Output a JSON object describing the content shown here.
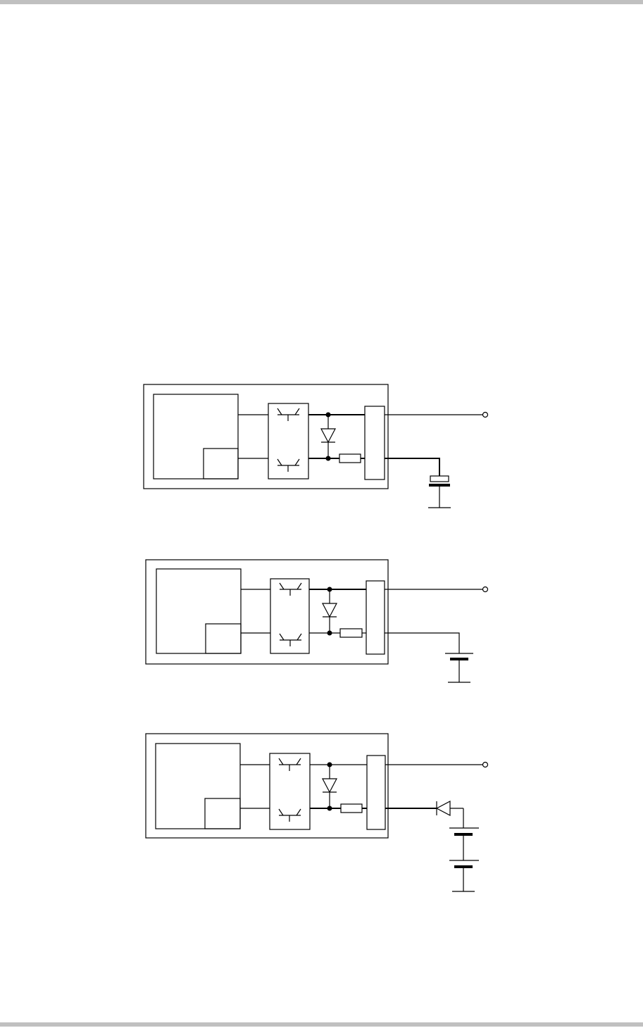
{
  "page": {
    "bar_color": "#c0c0c0",
    "line_color": "#000000"
  },
  "circuits": [
    {
      "id": "circuit-1",
      "load": "capacitor"
    },
    {
      "id": "circuit-2",
      "load": "battery"
    },
    {
      "id": "circuit-3",
      "load": "diode-two-batteries"
    }
  ]
}
